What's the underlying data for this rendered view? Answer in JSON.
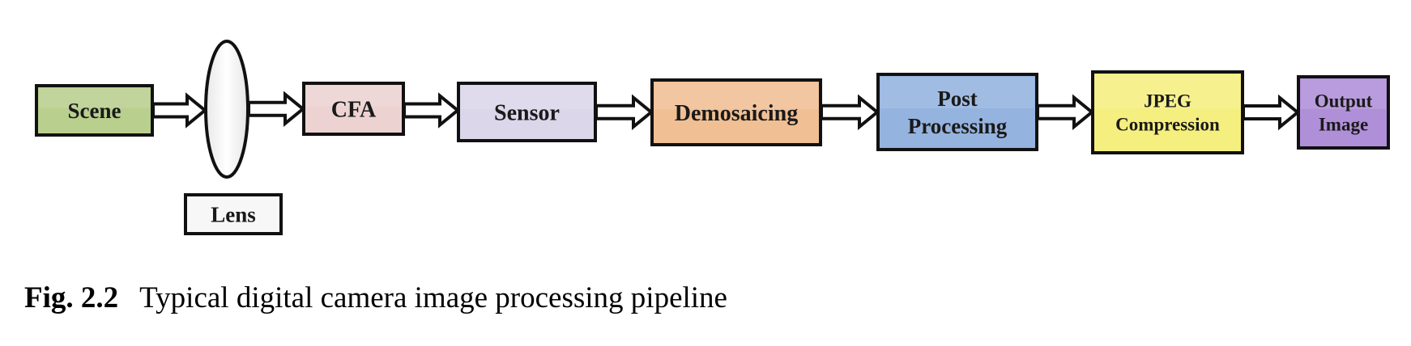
{
  "figure": {
    "number": "Fig. 2.2",
    "caption": "Typical digital camera image processing pipeline"
  },
  "pipeline": {
    "stages": [
      {
        "id": "scene",
        "lines": [
          "Scene"
        ],
        "fill": "#b9cf8e"
      },
      {
        "id": "lens",
        "lines": [
          "Lens"
        ],
        "fill": "#f2f2f2",
        "shape": "ellipse-with-label-below"
      },
      {
        "id": "cfa",
        "lines": [
          "CFA"
        ],
        "fill": "#ecd3d2"
      },
      {
        "id": "sensor",
        "lines": [
          "Sensor"
        ],
        "fill": "#dcd6ea"
      },
      {
        "id": "demosaicing",
        "lines": [
          "Demosaicing"
        ],
        "fill": "#f0bf93"
      },
      {
        "id": "post-processing",
        "lines": [
          "Post",
          "Processing"
        ],
        "fill": "#95b3df"
      },
      {
        "id": "jpeg-compression",
        "lines": [
          "JPEG",
          "Compression"
        ],
        "fill": "#f5ef7f"
      },
      {
        "id": "output-image",
        "lines": [
          "Output",
          "Image"
        ],
        "fill": "#b08fd9"
      }
    ],
    "connections": [
      [
        "scene",
        "lens"
      ],
      [
        "lens",
        "cfa"
      ],
      [
        "cfa",
        "sensor"
      ],
      [
        "sensor",
        "demosaicing"
      ],
      [
        "demosaicing",
        "post-processing"
      ],
      [
        "post-processing",
        "jpeg-compression"
      ],
      [
        "jpeg-compression",
        "output-image"
      ]
    ],
    "arrow_style": "double-line hollow arrow"
  }
}
